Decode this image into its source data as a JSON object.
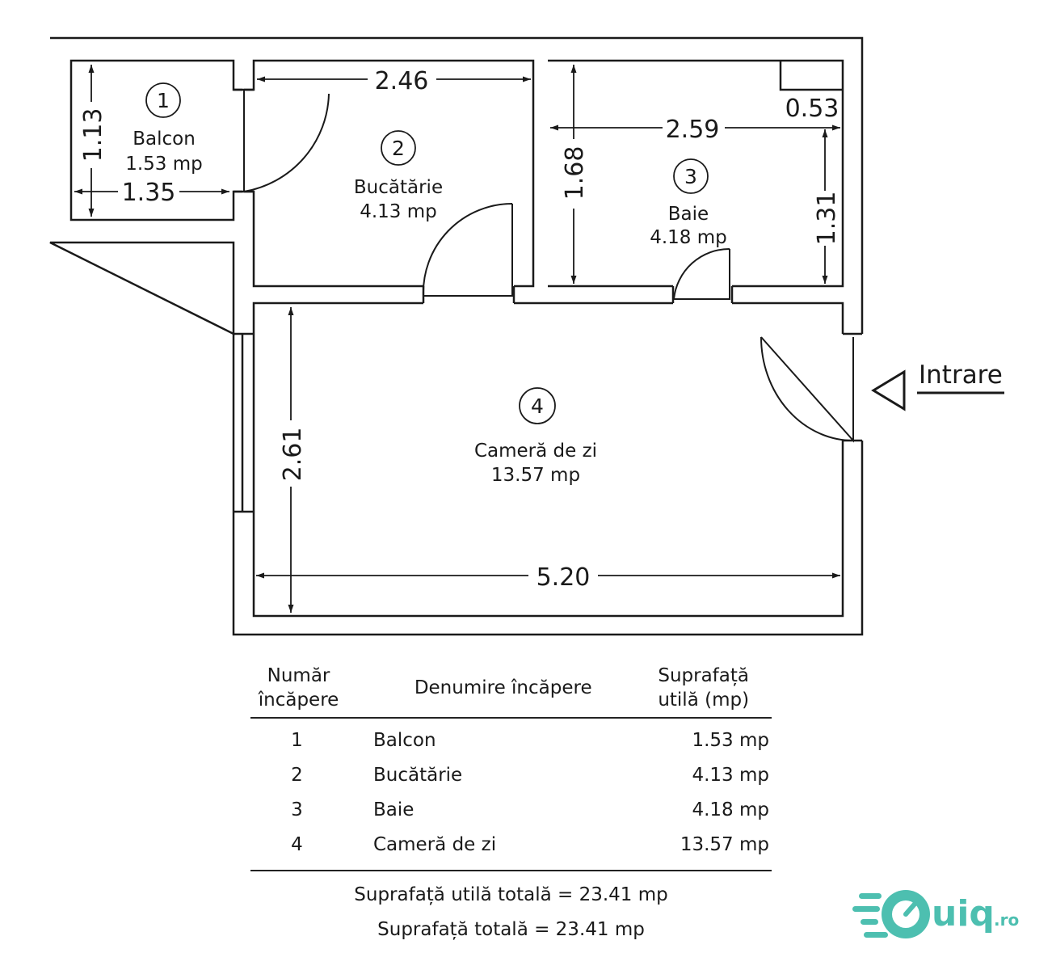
{
  "plan": {
    "entrance_label": "Intrare",
    "rooms": [
      {
        "number": "1",
        "name": "Balcon",
        "area": "1.53 mp"
      },
      {
        "number": "2",
        "name": "Bucătărie",
        "area": "4.13 mp"
      },
      {
        "number": "3",
        "name": "Baie",
        "area": "4.18 mp"
      },
      {
        "number": "4",
        "name": "Cameră de zi",
        "area": "13.57 mp"
      }
    ],
    "dimensions": {
      "balcon_height": "1.13",
      "balcon_width": "1.35",
      "bucatarie_width": "2.46",
      "baie_height": "1.68",
      "baie_width": "2.59",
      "baie_niche": "0.53",
      "baie_right_height": "1.31",
      "camera_height": "2.61",
      "camera_width": "5.20"
    }
  },
  "legend": {
    "header": {
      "number_line1": "Număr",
      "number_line2": "încăpere",
      "name": "Denumire încăpere",
      "area_line1": "Suprafață",
      "area_line2": "utilă (mp)"
    },
    "rows": [
      {
        "number": "1",
        "name": "Balcon",
        "area": "1.53 mp"
      },
      {
        "number": "2",
        "name": "Bucătărie",
        "area": "4.13 mp"
      },
      {
        "number": "3",
        "name": "Baie",
        "area": "4.18 mp"
      },
      {
        "number": "4",
        "name": "Cameră de zi",
        "area": "13.57 mp"
      }
    ],
    "total_useful": "Suprafață utilă totală = 23.41 mp",
    "total": "Suprafață totală = 23.41 mp"
  },
  "logo": {
    "text": "uiq",
    "suffix": ".ro",
    "color": "#4dbfb0"
  }
}
